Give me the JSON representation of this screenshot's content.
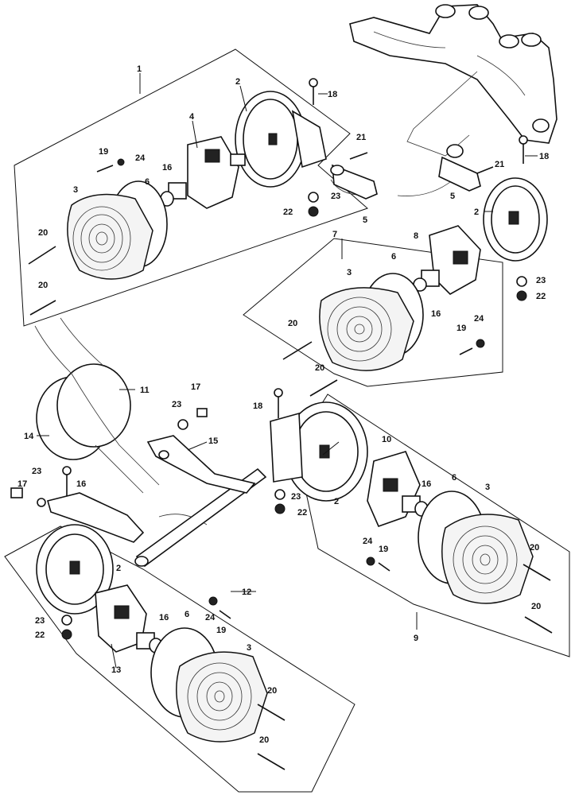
{
  "labels": {
    "l1": "1",
    "l2a": "2",
    "l2b": "2",
    "l2c": "2",
    "l2d": "2",
    "l3a": "3",
    "l3b": "3",
    "l3c": "3",
    "l3d": "3",
    "l4": "4",
    "l5a": "5",
    "l5b": "5",
    "l6a": "6",
    "l6b": "6",
    "l6c": "6",
    "l6d": "6",
    "l7": "7",
    "l8": "8",
    "l9": "9",
    "l10": "10",
    "l11": "11",
    "l12": "12",
    "l13": "13",
    "l14": "14",
    "l15": "15",
    "l16a": "16",
    "l16b": "16",
    "l16c": "16",
    "l16d": "16",
    "l16e": "16",
    "l17a": "17",
    "l17b": "17",
    "l18a": "18",
    "l18b": "18",
    "l18c": "18",
    "l19a": "19",
    "l19b": "19",
    "l19c": "19",
    "l19d": "19",
    "l20a": "20",
    "l20b": "20",
    "l20c": "20",
    "l20d": "20",
    "l20e": "20",
    "l20f": "20",
    "l20g": "20",
    "l20h": "20",
    "l21a": "21",
    "l21b": "21",
    "l22a": "22",
    "l22b": "22",
    "l22c": "22",
    "l22d": "22",
    "l23a": "23",
    "l23b": "23",
    "l23c": "23",
    "l23d": "23",
    "l23e": "23",
    "l23f": "23",
    "l24a": "24",
    "l24b": "24",
    "l24c": "24",
    "l24d": "24"
  }
}
